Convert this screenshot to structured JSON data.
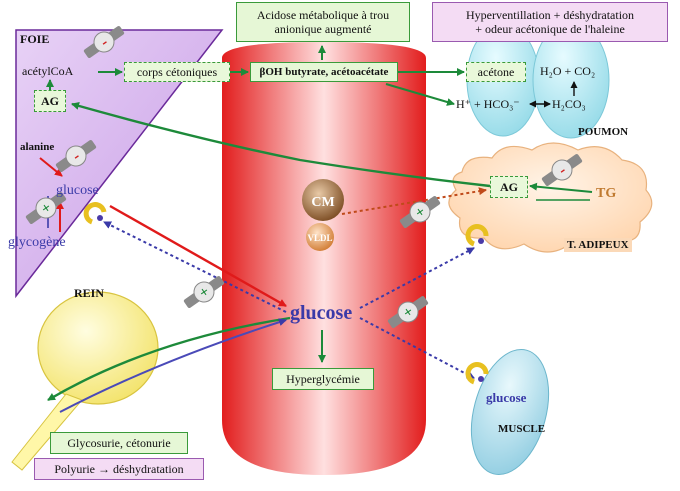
{
  "organs": {
    "foie": "FOIE",
    "rein": "REIN",
    "poumon": "POUMON",
    "adipeux": "T. ADIPEUX",
    "muscle": "MUSCLE"
  },
  "boxes": {
    "acidose_line1": "Acidose métabolique à trou",
    "acidose_line2": "anionique augmenté",
    "hypervent_line1": "Hyperventillation + déshydratation",
    "hypervent_line2": "+ odeur acétonique de l'haleine",
    "corps_cetoniques": "corps cétoniques",
    "boh": "βOH butyrate, acétoacétate",
    "acetone": "acétone",
    "ag_foie": "AG",
    "ag_adipeux": "AG",
    "hyperglycemie": "Hyperglycémie",
    "glycosurie": "Glycosurie, cétonurie",
    "polyurie": "Polyurie → déshydratation"
  },
  "labels": {
    "acetylcoa": "acétylCoA",
    "alanine": "alanine",
    "glucose_foie": "glucose",
    "glycogene": "glycogène",
    "glucose_center": "glucose",
    "glucose_muscle": "glucose",
    "tg": "TG",
    "cm": "CM",
    "vldl": "VLDL",
    "h_hco3": "H⁺ + HCO₃⁻",
    "h2o_co2": "H₂O + CO₂",
    "h2co3": "H₂CO₃"
  },
  "signs": {
    "minus": "-",
    "plus": "+"
  },
  "colors": {
    "vessel_edge": "#ee2222",
    "vessel_center": "#ffd6d6",
    "liver_fill": "#d9b8ee",
    "liver_border": "#6a2a9a",
    "kidney_fill": "#fff7a8",
    "lung_fill": "#b5eaf2",
    "adipose_fill": "#ffe2c4",
    "muscle_fill": "#b8e0ec",
    "arrow_green": "#1d8a3a",
    "arrow_red": "#e01a1a",
    "arrow_blue": "#3a3aa8",
    "glucose_blue": "#3a3aa8"
  }
}
